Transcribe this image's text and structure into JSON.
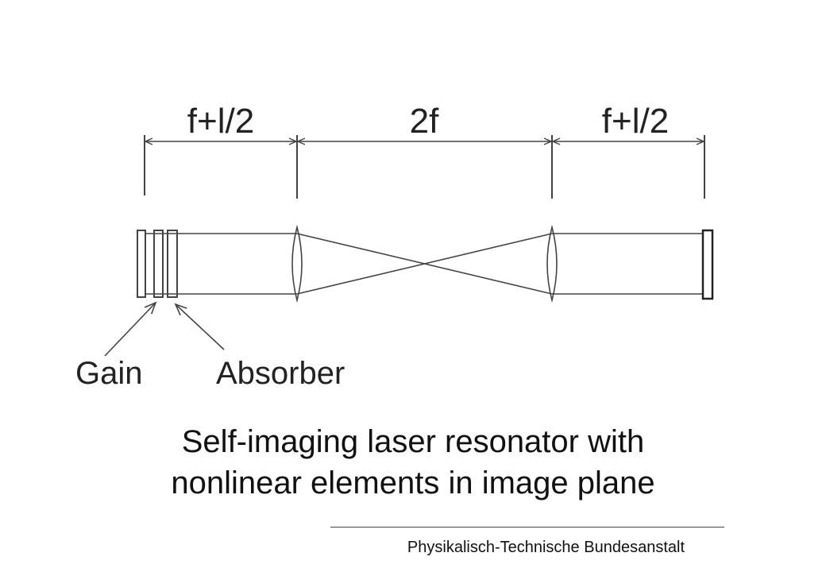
{
  "diagram": {
    "dimensions": [
      "f+l/2",
      "2f",
      "f+l/2"
    ],
    "labels": {
      "gain": "Gain",
      "absorber": "Absorber"
    },
    "line_color": "#444444"
  },
  "caption": {
    "line1": "Self-imaging laser resonator with",
    "line2": "nonlinear elements in image plane"
  },
  "footer": {
    "organization": "Physikalisch-Technische Bundesanstalt"
  }
}
